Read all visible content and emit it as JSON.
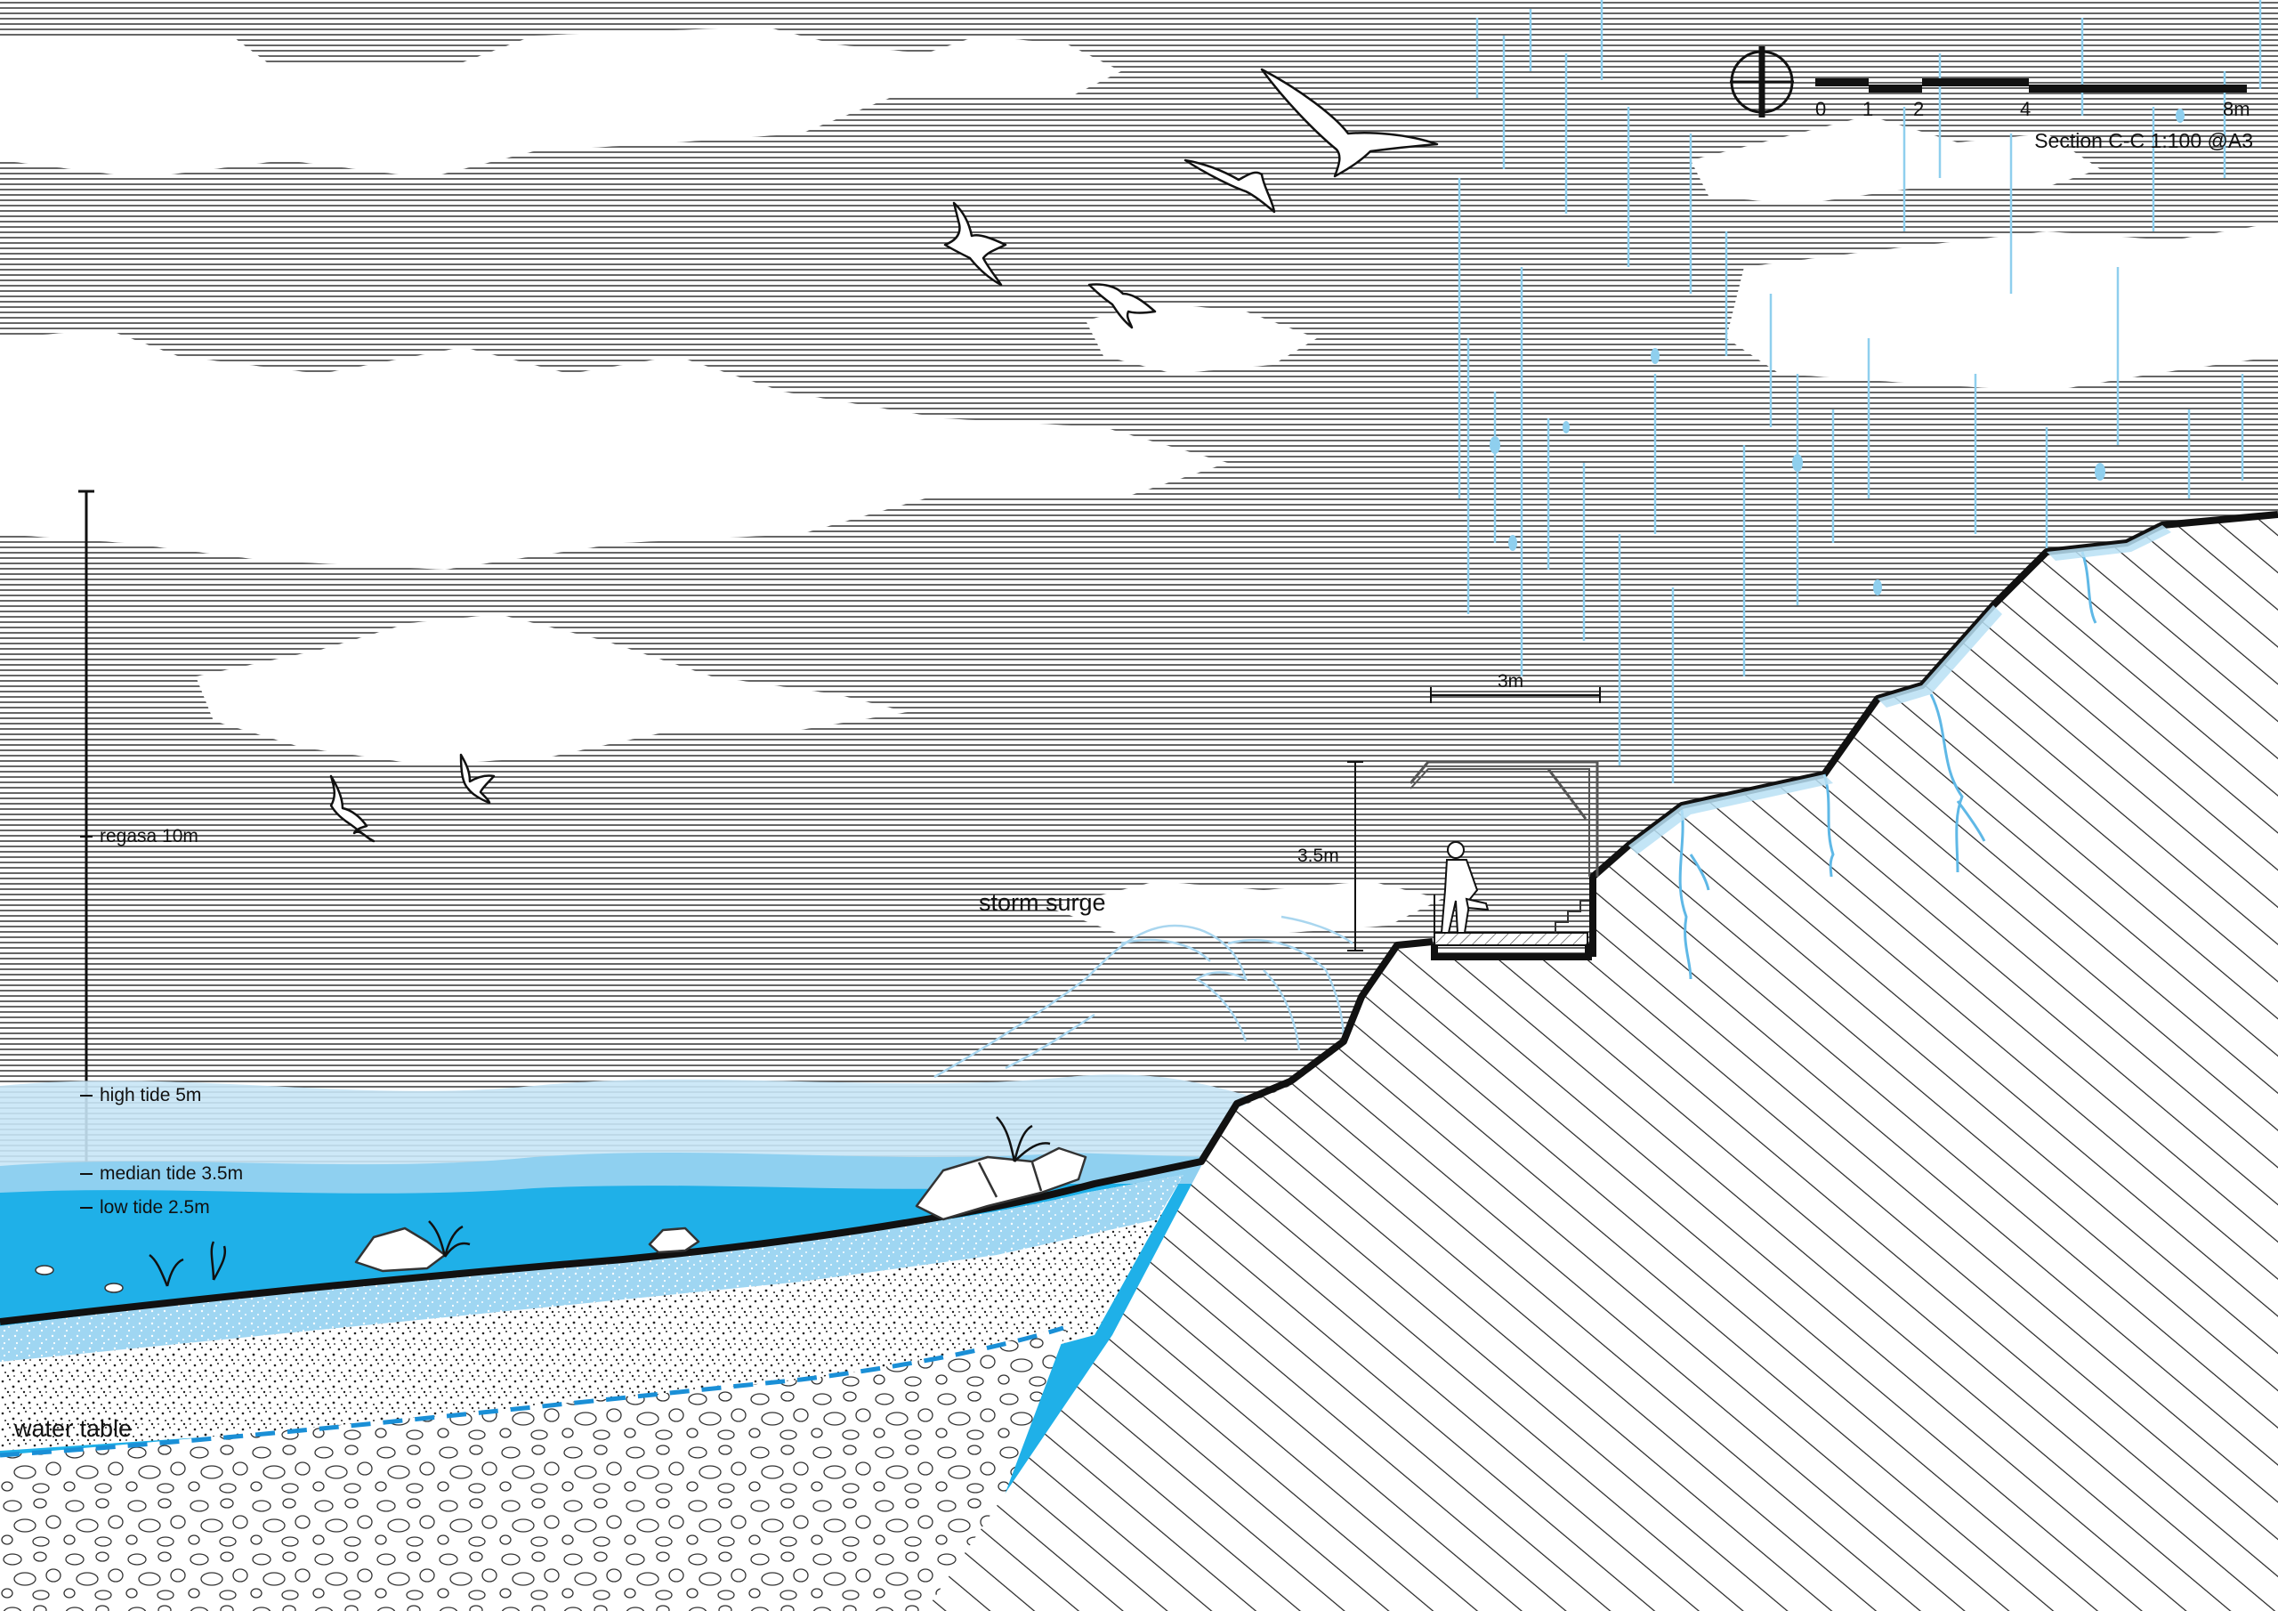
{
  "scale_bar": {
    "ticks": [
      "0",
      "1",
      "2",
      "4",
      "8m"
    ],
    "caption": "Section C-C   1:100 @A3"
  },
  "elevation": {
    "levels": [
      {
        "label": "regasa 10m",
        "meters": 10
      },
      {
        "label": "high tide 5m",
        "meters": 5
      },
      {
        "label": "median tide 3.5m",
        "meters": 3.5
      },
      {
        "label": "low tide 2.5m",
        "meters": 2.5
      }
    ]
  },
  "annotations": {
    "storm_surge": "storm surge",
    "water_table": "water table",
    "shelter_width": "3m",
    "shelter_height": "3.5m"
  },
  "colors": {
    "sea_deep": "#1fb0e8",
    "sea_mid": "#7cc8ec",
    "sea_light": "#b9def3",
    "rain": "#8fcfee",
    "water_table_line": "#1a8fd6",
    "ink": "#111111"
  }
}
